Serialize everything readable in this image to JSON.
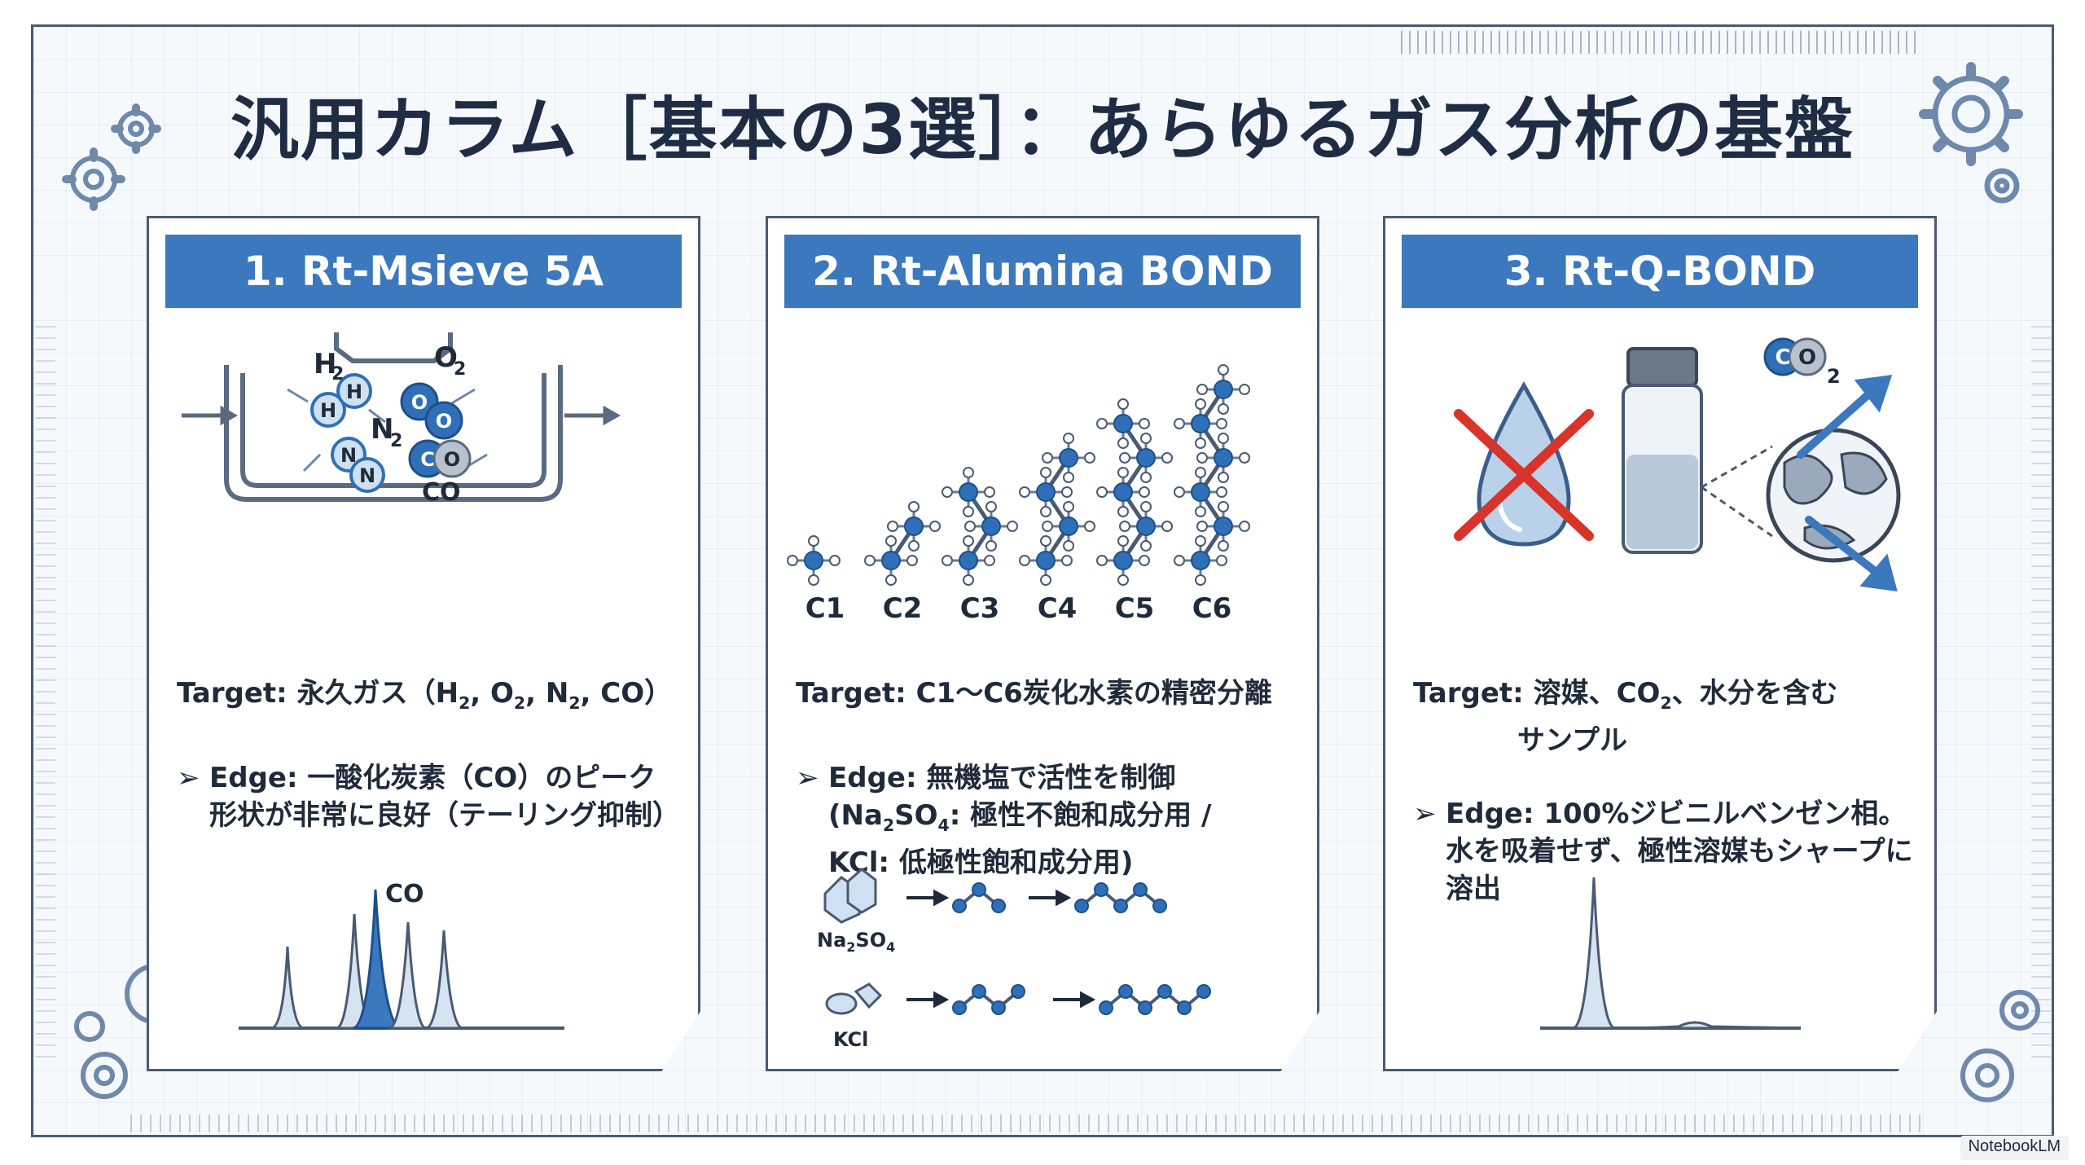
{
  "title": "汎用カラム［基本の3選］：あらゆるガス分析の基盤",
  "cards": [
    {
      "header": "1. Rt-Msieve 5A",
      "molecules": {
        "h2": "H",
        "h2_label": "H",
        "o2": "O",
        "o2_label": "O",
        "n2": "N",
        "n2_label": "N",
        "co_c": "C",
        "co_o": "O",
        "co_label": "CO",
        "h_atom": "H",
        "o_atom": "O",
        "n_atom": "N"
      },
      "target_prefix": "Target: 永久ガス（H",
      "target_mid1": ", O",
      "target_mid2": ", N",
      "target_suffix": ", CO）",
      "sub2": "2",
      "edge_marker": "➢",
      "edge": "Edge: 一酸化炭素（CO）のピーク形状が非常に良好（テーリング抑制）",
      "chromatogram_label": "CO"
    },
    {
      "header": "2. Rt-Alumina BOND",
      "chain_labels": [
        "C1",
        "C2",
        "C3",
        "C4",
        "C5",
        "C6"
      ],
      "target": "Target: C1〜C6炭化水素の精密分離",
      "edge_marker": "➢",
      "edge_line1": "Edge: 無機塩で活性を制御",
      "edge_line2_a": "(Na",
      "edge_line2_sub1": "2",
      "edge_line2_b": "SO",
      "edge_line2_sub2": "4",
      "edge_line2_c": ": 極性不飽和成分用 /",
      "edge_line3": "KCl: 低極性飽和成分用)",
      "salt1_a": "Na",
      "salt1_sub1": "2",
      "salt1_b": "SO",
      "salt1_sub2": "4",
      "salt2": "KCl"
    },
    {
      "header": "3. Rt-Q-BOND",
      "co2_c": "C",
      "co2_o": "O",
      "co2_sub": "2",
      "target_a": "Target: 溶媒、CO",
      "target_sub": "2",
      "target_b": "、水分を含む",
      "target_line2": "サンプル",
      "edge_marker": "➢",
      "edge": "Edge: 100%ジビニルベンゼン相。水を吸着せず、極性溶媒もシャープに溶出"
    }
  ],
  "watermark": "NotebookLM",
  "colors": {
    "accent": "#3b78bd",
    "frame": "#4a5a72",
    "cross": "#d9342b",
    "atom": "#2f6fb7"
  }
}
